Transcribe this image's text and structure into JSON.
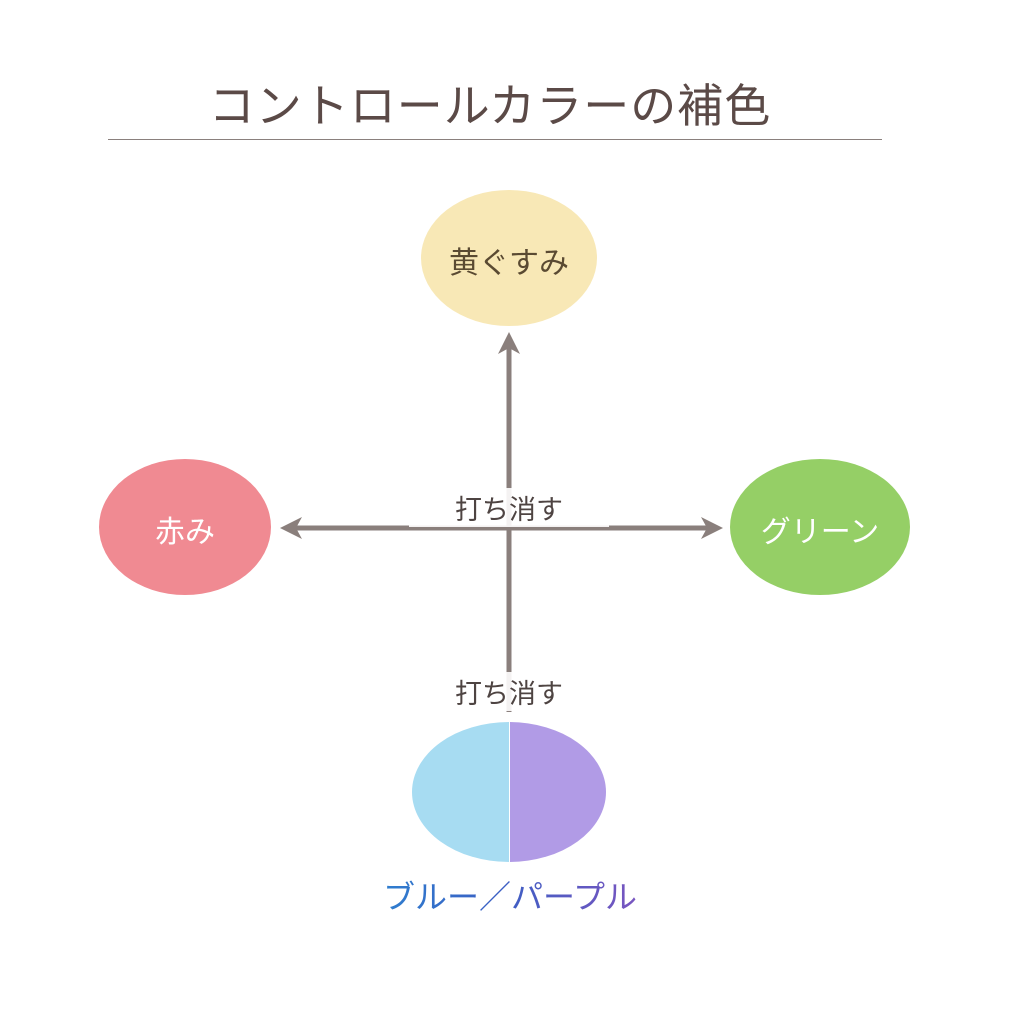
{
  "title": "コントロールカラーの補色",
  "nodes": {
    "yellow": {
      "label": "黄ぐすみ",
      "color": "#f8e8b6"
    },
    "red": {
      "label": "赤み",
      "color": "#f08a92"
    },
    "green": {
      "label": "グリーン",
      "color": "#95cf66"
    },
    "blue_purple": {
      "label": "ブルー／パープル",
      "blue": "#a7dcf2",
      "purple": "#b19be6"
    }
  },
  "cancel_labels": [
    "打ち消す",
    "打ち消す"
  ],
  "arrow_color": "#8a7f7c"
}
